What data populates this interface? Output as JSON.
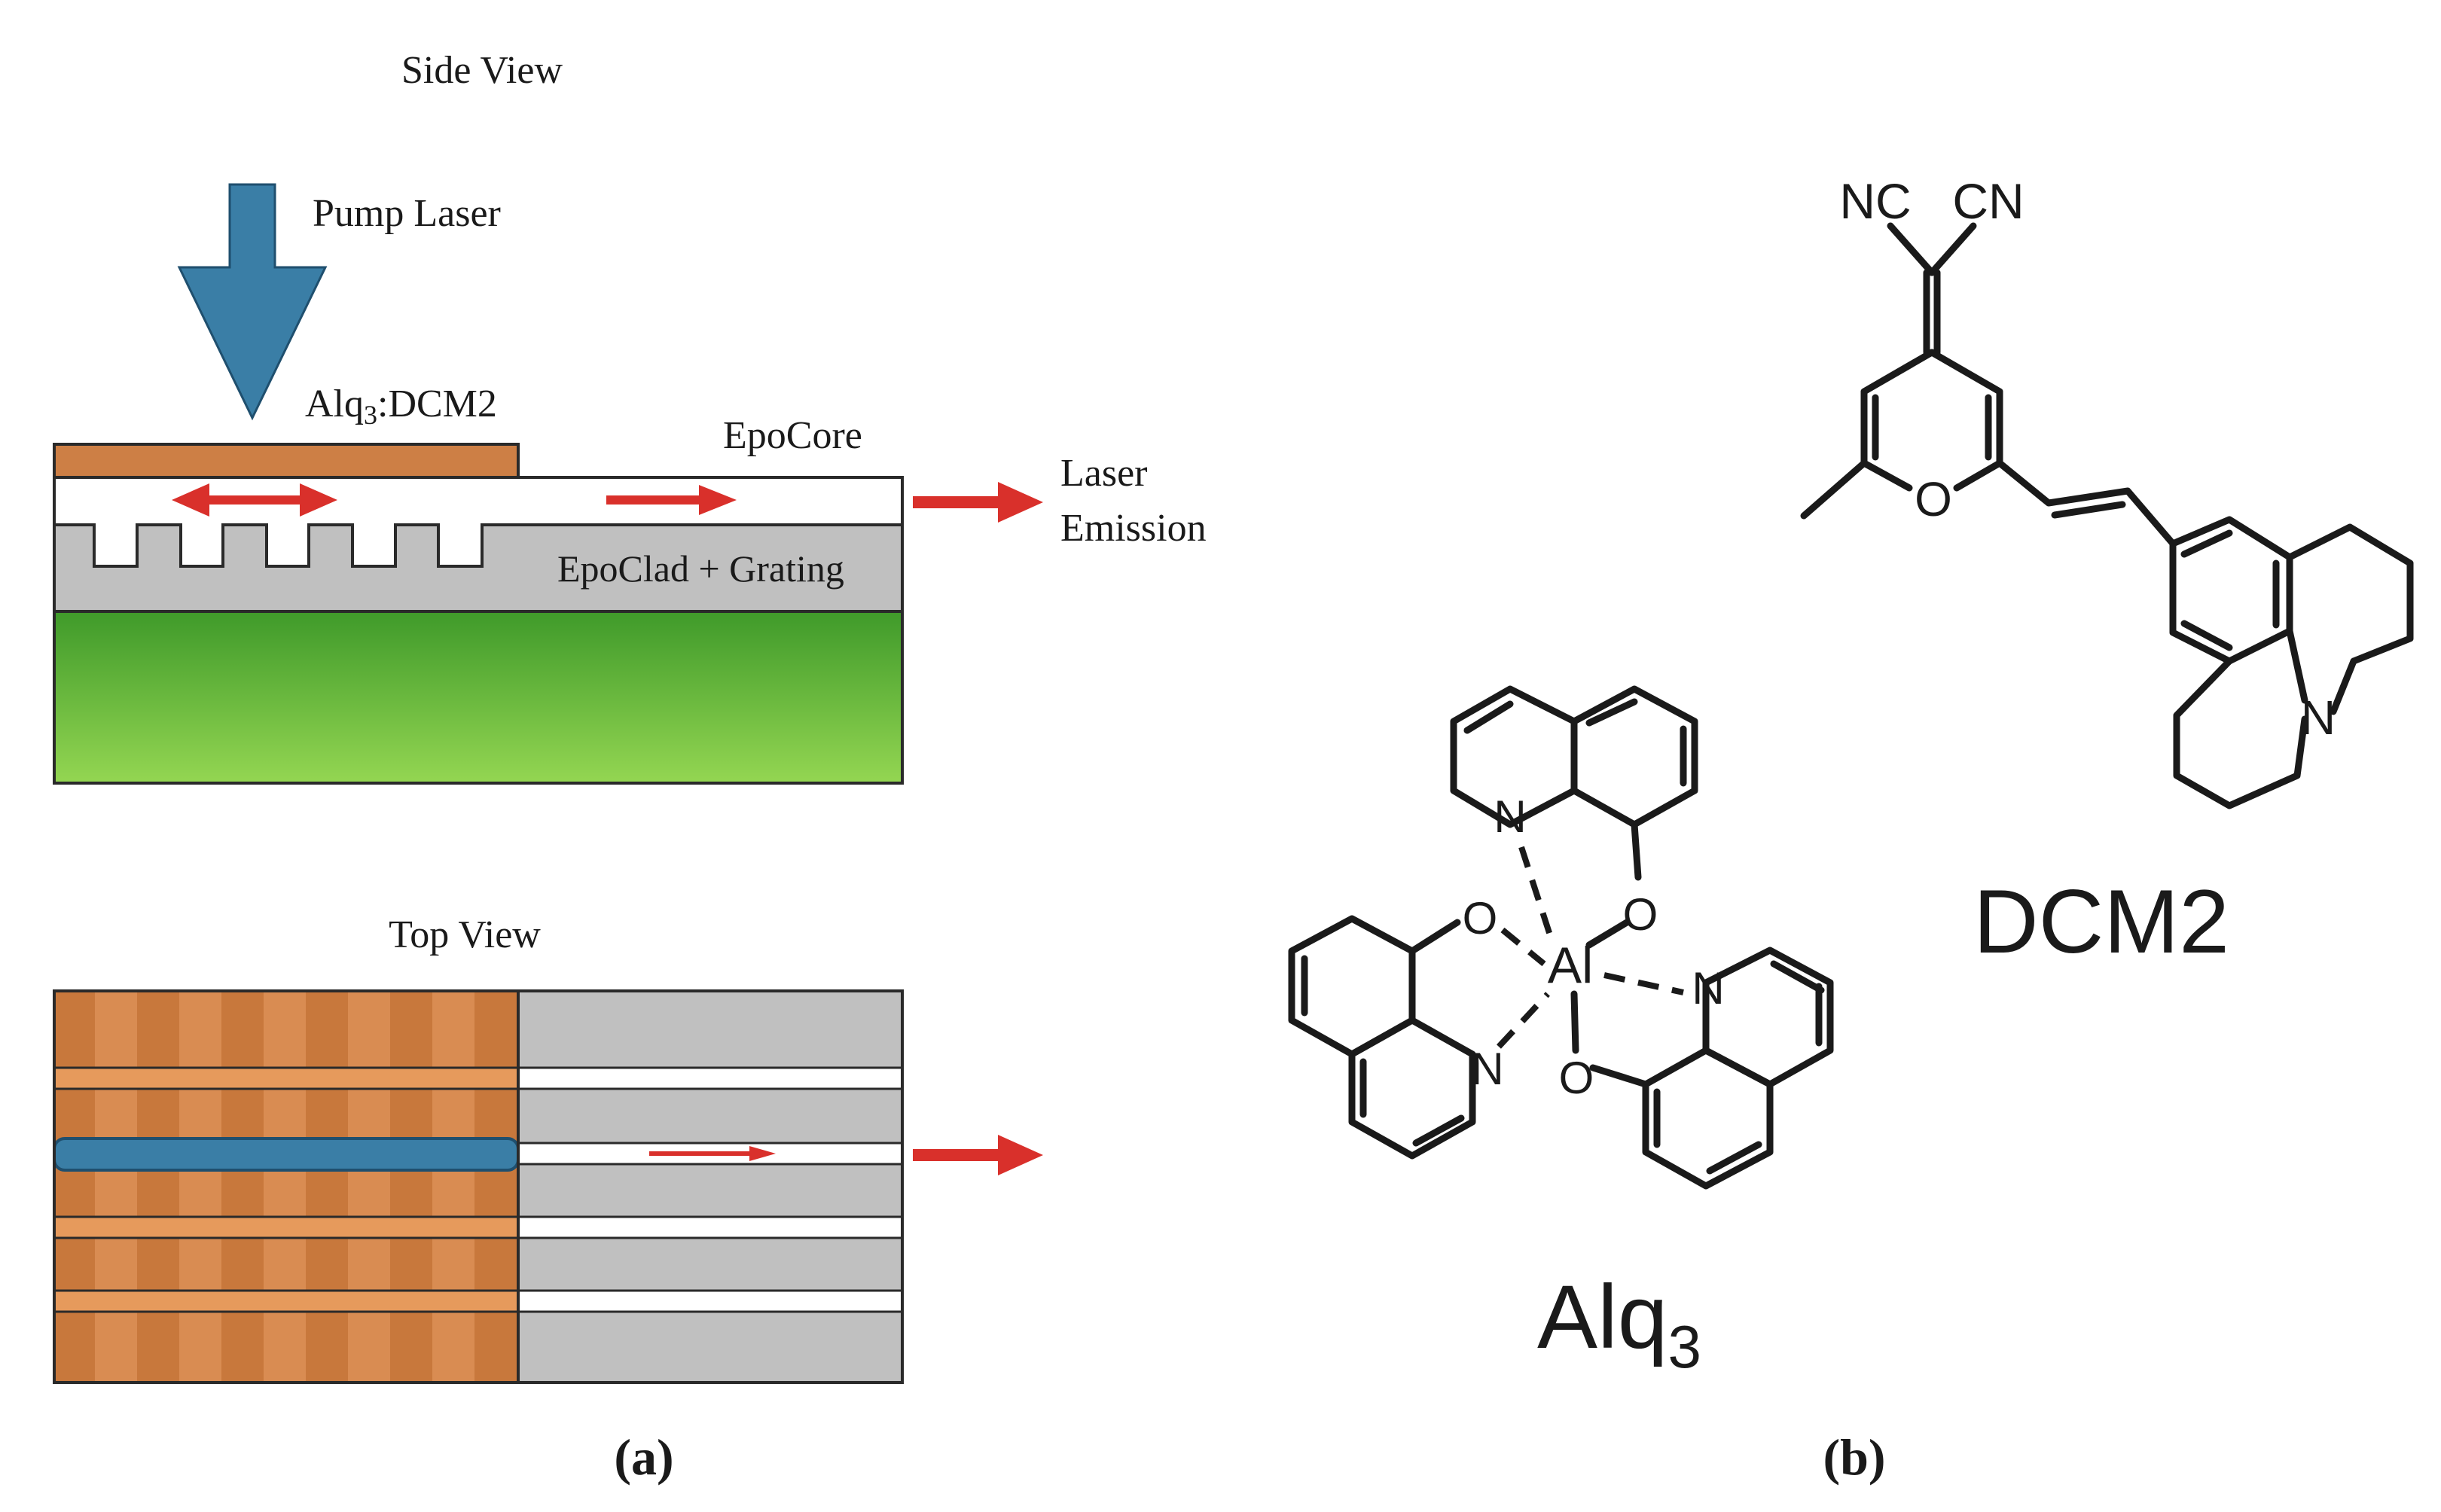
{
  "panel_a": {
    "side_view_title": "Side View",
    "pump_laser_label": "Pump Laser",
    "gain_layer_label_main": "Alq",
    "gain_layer_label_sub": "3",
    "gain_layer_label_tail": ":DCM2",
    "core_label": "EpoCore",
    "clad_label": "EpoClad + Grating",
    "emission_label_line1": "Laser",
    "emission_label_line2": "Emission",
    "top_view_title": "Top View",
    "caption": "(a)",
    "colors": {
      "pump_arrow": "#3a7ea6",
      "gain_layer": "#cd7f45",
      "gain_layer_dark": "#b96d32",
      "cladding": "#c0c0c0",
      "core": "#ffffff",
      "substrate_top": "#3f9a2a",
      "substrate_bottom": "#8fd14d",
      "emission_arrow": "#d9302b",
      "pumped_stripe": "#3a7ea6"
    }
  },
  "panel_b": {
    "alq3_label_main": "Alq",
    "alq3_label_sub": "3",
    "dcm2_label": "DCM2",
    "atoms": {
      "al": "Al",
      "n": "N",
      "o": "O",
      "nc_left": "NC",
      "cn_right": "CN"
    },
    "caption": "(b)"
  }
}
